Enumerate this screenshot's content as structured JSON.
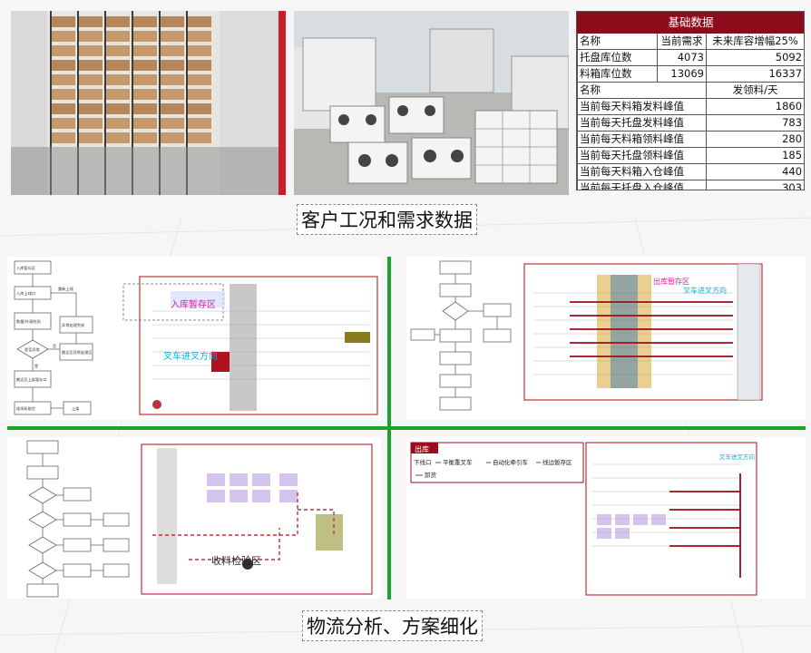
{
  "table": {
    "title": "基础数据",
    "header1": [
      "名称",
      "当前需求",
      "未来库容增幅25%"
    ],
    "rows1": [
      [
        "托盘库位数",
        "4073",
        "5092"
      ],
      [
        "料箱库位数",
        "13069",
        "16337"
      ]
    ],
    "header2": [
      "名称",
      "发领料/天"
    ],
    "rows2": [
      [
        "当前每天料箱发料峰值",
        "1860"
      ],
      [
        "当前每天托盘发料峰值",
        "783"
      ],
      [
        "当前每天料箱领料峰值",
        "280"
      ],
      [
        "当前每天托盘领料峰值",
        "185"
      ],
      [
        "当前每天料箱入仓峰值",
        "440"
      ],
      [
        "当前每天托盘入仓峰值",
        "303"
      ]
    ]
  },
  "captions": {
    "top": "客户工况和需求数据",
    "bottom": "物流分析、方案细化"
  },
  "quadrants": {
    "top_left": {
      "flow": [
        "入库暂存区",
        "入库上线口",
        "数量/外观检测",
        "是否异常",
        "搬运至上架暂存口",
        "堆垛机取货",
        "上架",
        "异常处理完成",
        "搬运至异常处理区",
        "重新上线"
      ],
      "flow_labels": [
        "是",
        "否"
      ],
      "annot_zone": "入库暂存区",
      "annot_dir": "叉车进叉方向"
    },
    "top_right": {
      "annot_zone": "出库暂存区",
      "annot_dir": "叉车进叉方向"
    },
    "bottom_left": {
      "annot_zone": "收料检验区"
    },
    "bottom_right": {
      "tag": "出库",
      "flow": [
        "下线口",
        "平衡重叉车",
        "自动化牵引车",
        "线边暂存区",
        "卸货"
      ],
      "annot_dir": "叉车进叉方向"
    }
  },
  "colors": {
    "table_header": "#8b0d1b",
    "divider": "#1aa32a",
    "frame_red": "#c0303a",
    "annot_cyan": "#00b4d8",
    "annot_magenta": "#e0209a"
  }
}
